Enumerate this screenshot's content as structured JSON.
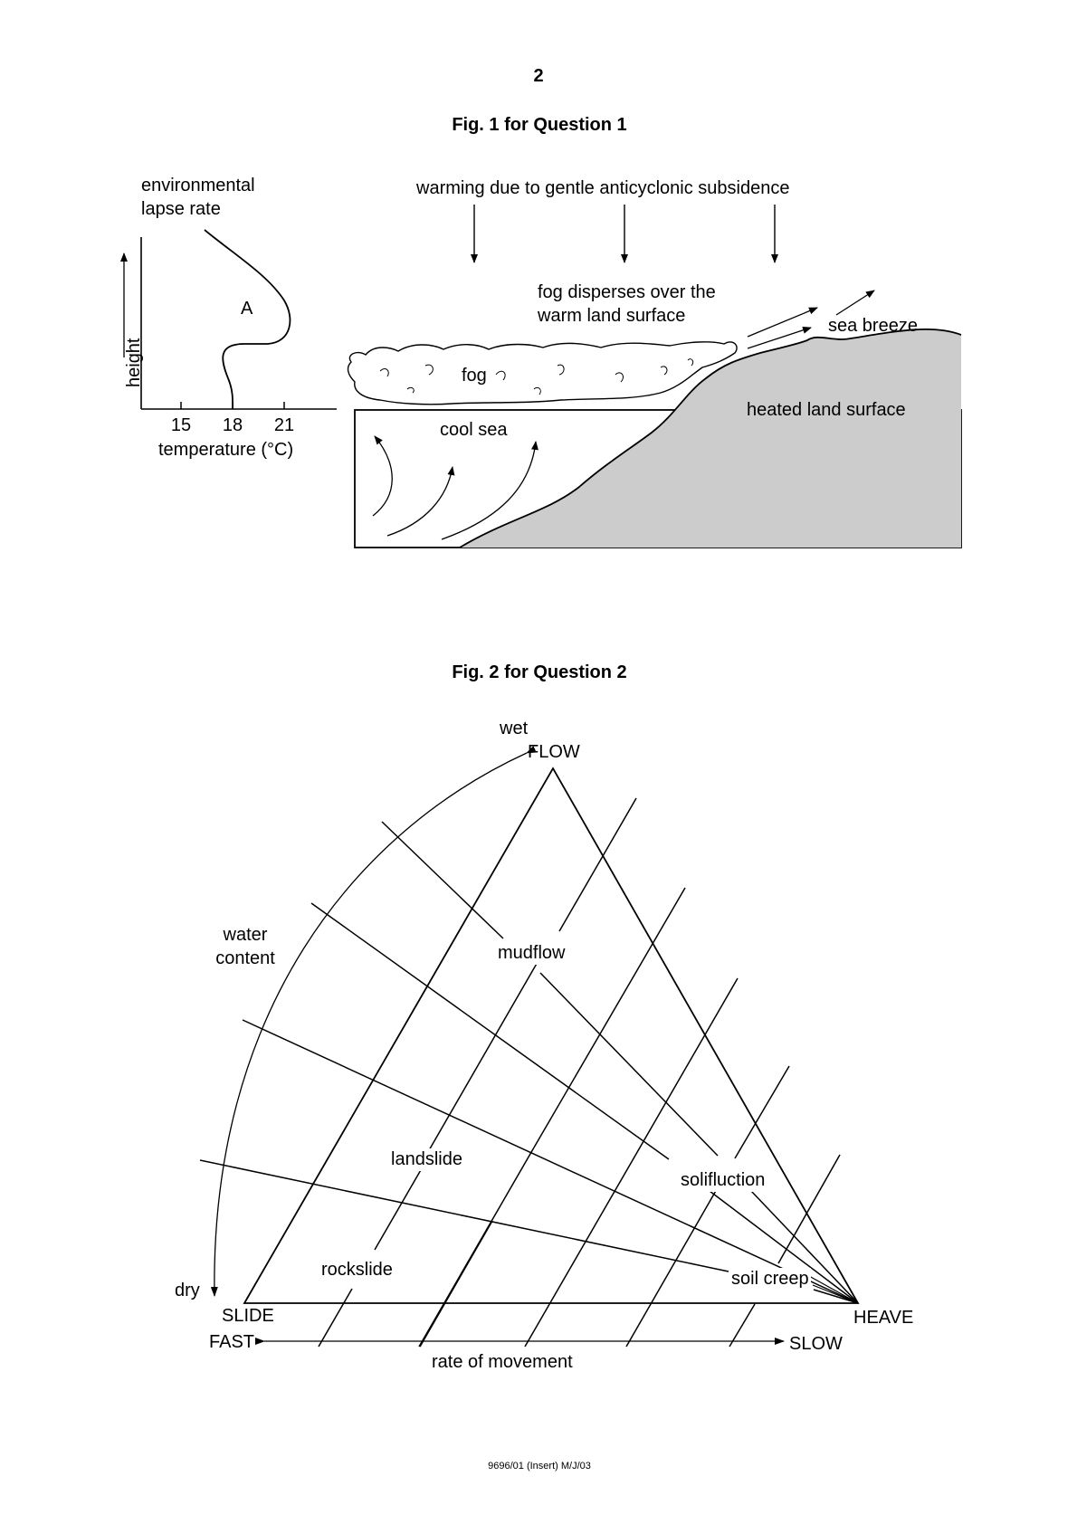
{
  "page_number": "2",
  "footer": "9696/01 (Insert) M/J/03",
  "fig1": {
    "title": "Fig. 1 for Question 1",
    "lapse_label_line1": "environmental",
    "lapse_label_line2": "lapse rate",
    "point_label": "A",
    "y_axis_label": "height",
    "x_axis_label": "temperature (°C)",
    "x_ticks": [
      "15",
      "18",
      "21"
    ],
    "subsidence_label": "warming due to gentle anticyclonic subsidence",
    "fog_disperse_line1": "fog disperses over the",
    "fog_disperse_line2": "warm land surface",
    "sea_breeze": "sea breeze",
    "fog": "fog",
    "heated_land": "heated land surface",
    "cool_sea": "cool sea",
    "land_fill_color": "#cccccc"
  },
  "fig2": {
    "title": "Fig. 2 for Question 2",
    "wet": "wet",
    "flow": "FLOW",
    "water_content_line1": "water",
    "water_content_line2": "content",
    "dry": "dry",
    "slide": "SLIDE",
    "heave": "HEAVE",
    "fast": "FAST",
    "slow": "SLOW",
    "rate_of_movement": "rate of movement",
    "mudflow": "mudflow",
    "landslide": "landslide",
    "rockslide": "rockslide",
    "solifluction": "solifluction",
    "soil_creep": "soil creep"
  }
}
